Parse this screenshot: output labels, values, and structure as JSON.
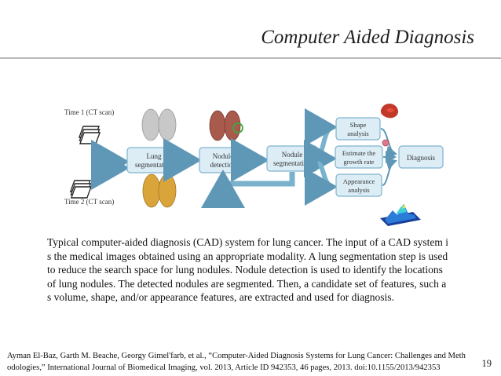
{
  "slide": {
    "title": "Computer Aided Diagnosis",
    "page_number": "19"
  },
  "diagram": {
    "time1_label": "Time 1 (CT scan)",
    "time2_label": "Time 2 (CT scan)",
    "boxes": {
      "lung_segmentation": [
        "Lung",
        "segmentation"
      ],
      "nodule_detection": [
        "Nodule",
        "detection"
      ],
      "nodule_segmentation": [
        "Nodule",
        "segmentation"
      ],
      "shape_analysis": [
        "Shape",
        "analysis"
      ],
      "growth_rate": [
        "Estimate the",
        "growth rate"
      ],
      "appearance_analysis": [
        "Appearance",
        "analysis"
      ],
      "diagnosis": [
        "Diagnosis"
      ]
    },
    "colors": {
      "box_fill": "#dcedf6",
      "box_stroke": "#7fb3cf",
      "arrow": "#7ab1cc",
      "arrow_dark": "#5f98b6",
      "lung_gray": "#c8c8c8",
      "lung_red": "#a85a4c",
      "lung_gold": "#d9a53a",
      "nodule_marker": "#3ea83e"
    }
  },
  "caption_lines": [
    "Typical computer-aided diagnosis (CAD) system for lung cancer. The input of a CAD system i",
    "s the medical images obtained using an appropriate modality. A lung segmentation step is used",
    "to reduce the search space for lung nodules. Nodule detection is used to identify the locations",
    "of lung nodules. The detected nodules are segmented. Then, a candidate set of features, such a",
    "s volume, shape, and/or appearance features, are extracted and used for diagnosis."
  ],
  "citation_lines": [
    "Ayman El-Baz, Garth M. Beache, Georgy Gimel'farb, et al., “Computer-Aided Diagnosis Systems for Lung Cancer: Challenges and Meth",
    "odologies,” International Journal of Biomedical Imaging, vol. 2013, Article ID 942353, 46 pages, 2013. doi:10.1155/2013/942353"
  ]
}
